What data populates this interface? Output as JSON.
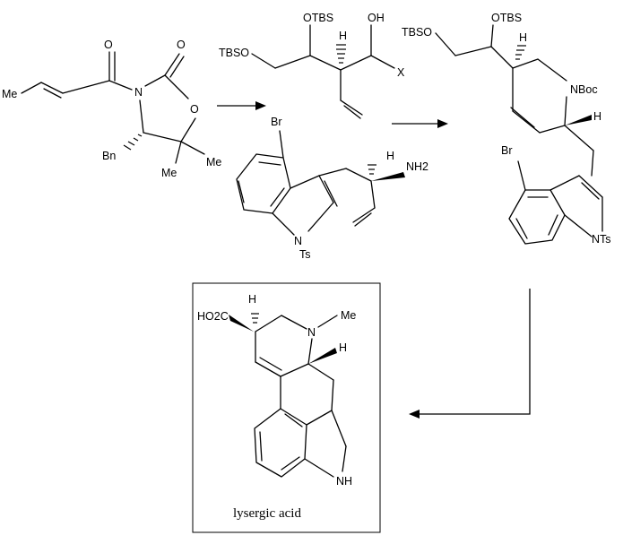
{
  "molecules": {
    "oxazolidinone": {
      "me_left": "Me",
      "carbonyl_o": "O",
      "ring_carbonyl_o": "O",
      "n": "N",
      "ring_o": "O",
      "bn": "Bn",
      "me_a": "Me",
      "me_b": "Me"
    },
    "aldol_intermediate": {
      "otbs": "OTBS",
      "oh": "OH",
      "h": "H",
      "tbso": "TBSO",
      "x": "X"
    },
    "tryptamine_fragment": {
      "br": "Br",
      "h": "H",
      "nh2": "NH2",
      "n": "N",
      "ts": "Ts"
    },
    "tetrahydropyridine": {
      "otbs": "OTBS",
      "tbso": "TBSO",
      "h_top": "H",
      "nboc": "NBoc",
      "h_right": "H",
      "br": "Br",
      "nts": "NTs"
    },
    "lysergic_acid": {
      "h_top": "H",
      "ho2c": "HO2C",
      "n": "N",
      "me": "Me",
      "h_right": "H",
      "nh": "NH",
      "name": "lysergic acid"
    }
  }
}
